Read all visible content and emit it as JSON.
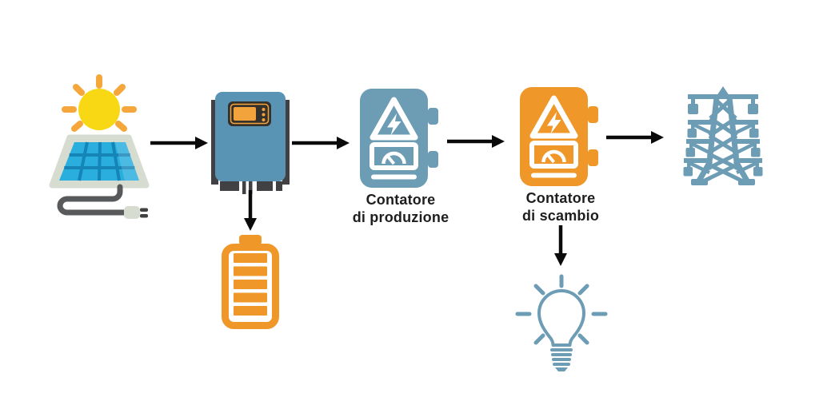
{
  "diagram": {
    "type": "flow-diagram",
    "subject": "photovoltaic-system-energy-flow",
    "background": "#ffffff",
    "nodes": [
      {
        "id": "solar-panel",
        "icon": "solar-panel-icon"
      },
      {
        "id": "inverter",
        "icon": "inverter-icon"
      },
      {
        "id": "production-meter",
        "icon": "electric-meter-icon",
        "label_line1": "Contatore",
        "label_line2": "di produzione"
      },
      {
        "id": "exchange-meter",
        "icon": "electric-meter-icon",
        "label_line1": "Contatore",
        "label_line2": "di scambio"
      },
      {
        "id": "power-grid",
        "icon": "transmission-tower-icon"
      },
      {
        "id": "battery",
        "icon": "battery-icon"
      },
      {
        "id": "light-bulb",
        "icon": "light-bulb-icon"
      }
    ],
    "flows": [
      {
        "from": "solar-panel",
        "to": "inverter",
        "direction": "right"
      },
      {
        "from": "inverter",
        "to": "production-meter",
        "direction": "right"
      },
      {
        "from": "production-meter",
        "to": "exchange-meter",
        "direction": "right"
      },
      {
        "from": "exchange-meter",
        "to": "power-grid",
        "direction": "right"
      },
      {
        "from": "inverter",
        "to": "battery",
        "direction": "down"
      },
      {
        "from": "exchange-meter",
        "to": "light-bulb",
        "direction": "down"
      }
    ],
    "colors": {
      "background": "#ffffff",
      "arrow": "#0a0a0a",
      "blue": "#6d9cb5",
      "orange": "#ef9829",
      "white": "#ffffff",
      "inverter_body": "#5a94b5",
      "display_dark": "#34302b",
      "screen_orange": "#f2a33c",
      "dark": "#414042",
      "sun": "#f8d714",
      "sun_rays": "#f5a73b",
      "panel_blue": "#2aaede",
      "panel_grid": "#1585b8",
      "panel_frame": "#d7dcd1",
      "cord": "#58595b",
      "label_text": "#1e1e1e"
    }
  }
}
